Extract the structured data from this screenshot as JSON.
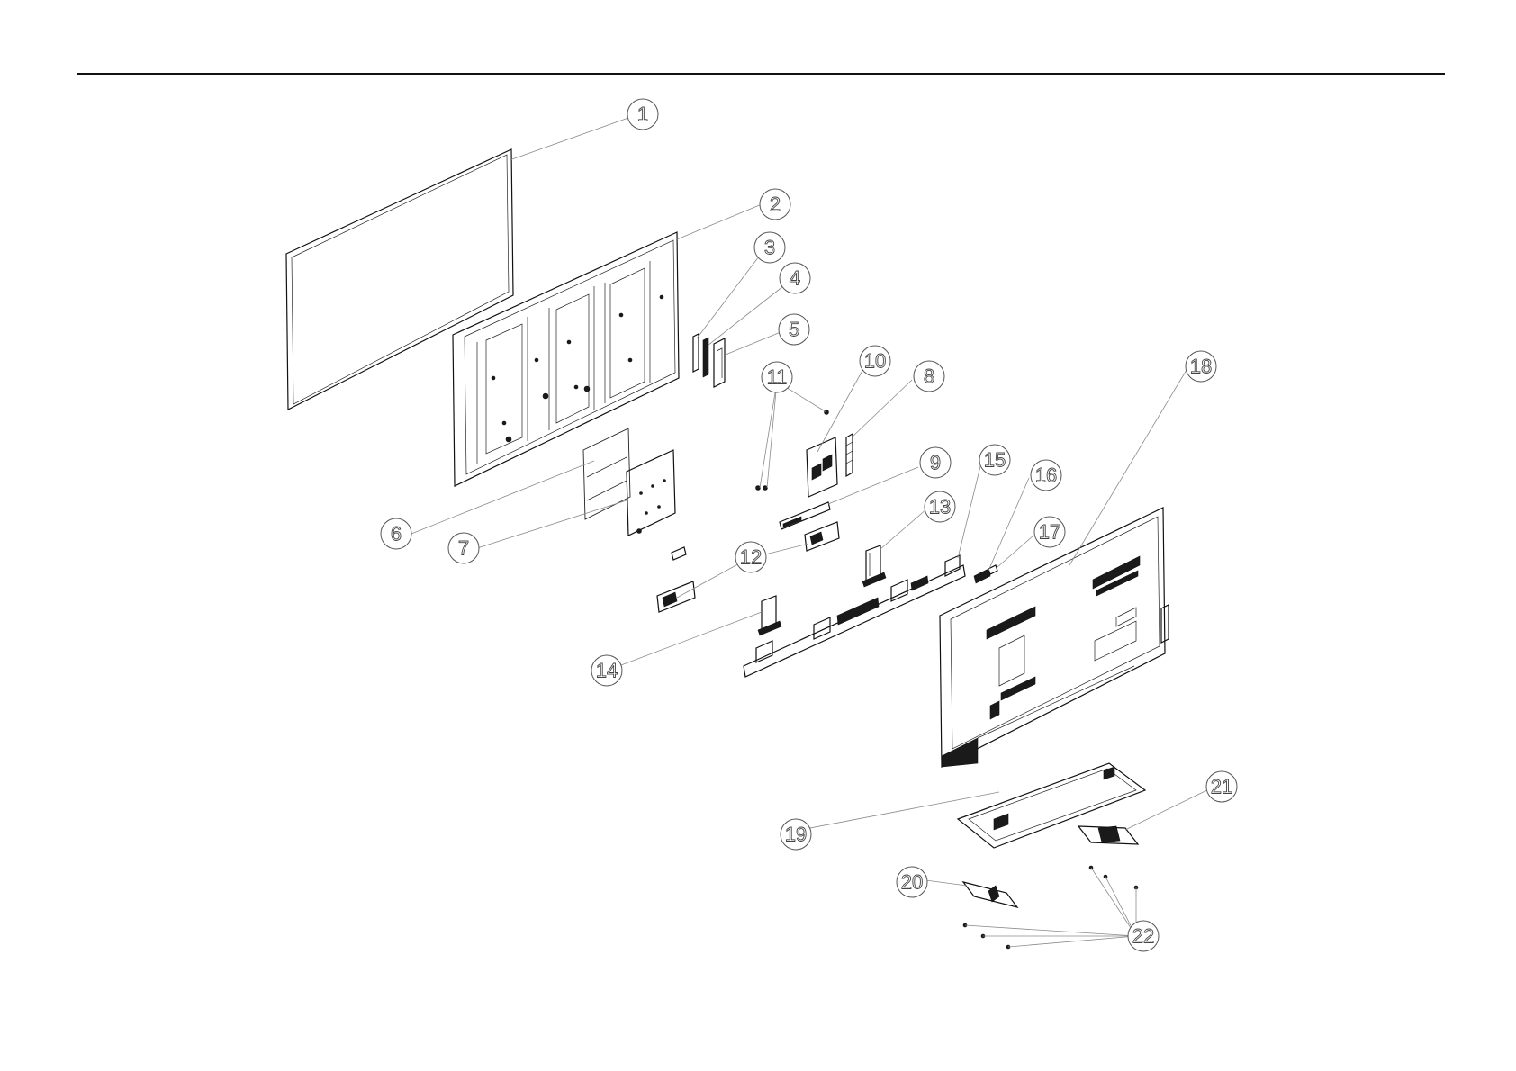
{
  "callouts": [
    {
      "label": "1"
    },
    {
      "label": "2"
    },
    {
      "label": "3"
    },
    {
      "label": "4"
    },
    {
      "label": "5"
    },
    {
      "label": "6"
    },
    {
      "label": "7"
    },
    {
      "label": "8"
    },
    {
      "label": "9"
    },
    {
      "label": "10"
    },
    {
      "label": "11"
    },
    {
      "label": "12"
    },
    {
      "label": "13"
    },
    {
      "label": "14"
    },
    {
      "label": "15"
    },
    {
      "label": "16"
    },
    {
      "label": "17"
    },
    {
      "label": "18"
    },
    {
      "label": "19"
    },
    {
      "label": "20"
    },
    {
      "label": "21"
    },
    {
      "label": "22"
    }
  ],
  "colors": {
    "line": "#111111",
    "callout_stroke": "#555555",
    "leader": "#8a8a8a"
  }
}
